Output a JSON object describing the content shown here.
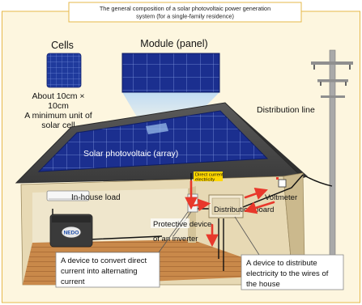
{
  "title": {
    "line1": "The general composition of a solar photovoltaic power generation",
    "line2": "system (for a single-family residence)"
  },
  "cells": {
    "heading": "Cells",
    "desc_line1": "About 10cm ×",
    "desc_line2": "10cm",
    "desc_line3": "A minimum unit of",
    "desc_line4": "solar cell"
  },
  "module": {
    "heading": "Module (panel)"
  },
  "labels": {
    "distribution_line": "Distribution line",
    "array": "Solar photovoltaic (array)",
    "dc_line1": "Direct current",
    "dc_line2": "electricity",
    "in_house_load": "In-house load",
    "voltmeter": "Voltmeter",
    "distribution_board": "Distribution board",
    "protective_line1": "Protective      device",
    "protective_line2": "of an inverter",
    "meter_brand": "NEDO"
  },
  "callouts": {
    "inverter": {
      "line1": "A device to convert direct",
      "line2": "current into alternating",
      "line3": "current"
    },
    "board": {
      "line1": "A device to distribute",
      "line2": "electricity to the wires of",
      "line3": "the house"
    }
  },
  "colors": {
    "background": "#fdf6df",
    "border": "#e6b84a",
    "panel": "#1b2f8f",
    "roof": "#4b4b4b",
    "arrow": "#e8382b",
    "dc_label": "#ffd700"
  }
}
